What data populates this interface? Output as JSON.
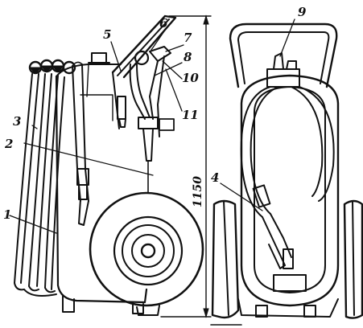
{
  "colors": {
    "ink": "#111111",
    "paper": "#ffffff"
  },
  "callouts": {
    "c1": "1",
    "c2": "2",
    "c3": "3",
    "c4": "4",
    "c5": "5",
    "c6": "6",
    "c7": "7",
    "c8": "8",
    "c9": "9",
    "c10": "10",
    "c11": "11"
  },
  "dimension": {
    "height": "1150"
  }
}
